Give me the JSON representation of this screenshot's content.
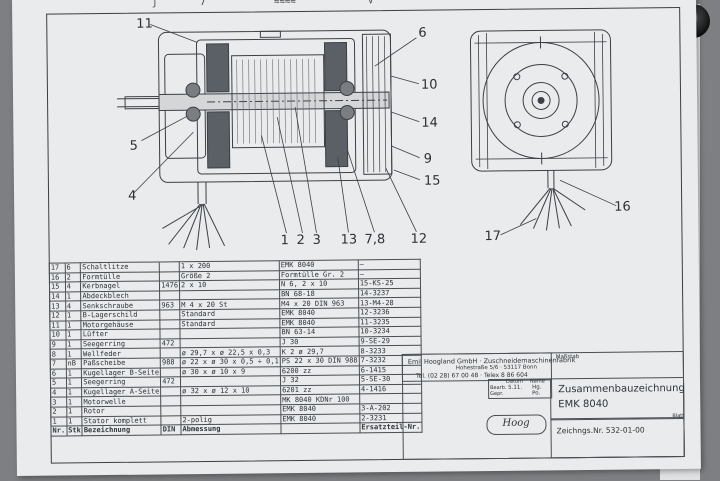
{
  "page_marks": [
    "ʃ",
    "7",
    "≈≈≈≈",
    "Ɐ"
  ],
  "callouts": {
    "c11": "11",
    "c6": "6",
    "c10": "10",
    "c14": "14",
    "c9": "9",
    "c15": "15",
    "c5": "5",
    "c4": "4",
    "c12": "12",
    "c16": "16",
    "c17": "17",
    "c1": "1",
    "c2": "2",
    "c3": "3",
    "c13": "13",
    "c78": "7,8"
  },
  "bom": {
    "rows": [
      [
        "17",
        "6",
        "Schaltlitze",
        "",
        "1 x 200",
        "EMK 8040",
        "–"
      ],
      [
        "16",
        "2",
        "Formtülle",
        "",
        "Größe 2",
        "Formtülle Gr. 2",
        "–"
      ],
      [
        "15",
        "4",
        "Kerbnagel",
        "1476",
        "2 x 10",
        "N 6, 2 x 10",
        "15-KS-25"
      ],
      [
        "14",
        "1",
        "Abdeckblech",
        "",
        "",
        "BN 68-18",
        "14-3237"
      ],
      [
        "13",
        "4",
        "Senkschraube",
        "963",
        "M 4 x 20  St",
        "M4 x 20 DIN 963",
        "13-M4-28"
      ],
      [
        "12",
        "1",
        "B-Lagerschild",
        "",
        "Standard",
        "EMK 8040",
        "12-3236"
      ],
      [
        "11",
        "1",
        "Motorgehäuse",
        "",
        "Standard",
        "EMK 8040",
        "11-3235"
      ],
      [
        "10",
        "1",
        "Lüfter",
        "",
        "",
        "BN 63-14",
        "10-3234"
      ],
      [
        "9",
        "1",
        "Seegerring",
        "472",
        "",
        "J 30",
        "9-SE-29"
      ],
      [
        "8",
        "1",
        "Wellfeder",
        "",
        "ø 29,7 x ø 22,5 x 0,3",
        "K 2  ø 29,7",
        "8-3233"
      ],
      [
        "7",
        "nB",
        "Paßscheibe",
        "988",
        "ø 22 x ø 30 x 0,5 ÷ 0,1",
        "PS 22 x 30 DIN 988",
        "7-3232"
      ],
      [
        "6",
        "1",
        "Kugellager B-Seite",
        "",
        "ø 30 x ø 10 x 9",
        "6200 zz",
        "6-1415"
      ],
      [
        "5",
        "1",
        "Seegerring",
        "472",
        "",
        "J 32",
        "5-SE-30"
      ],
      [
        "4",
        "1",
        "Kugellager A-Seite",
        "",
        "ø 32 x ø 12 x 10",
        "6201 zz",
        "4-1416"
      ],
      [
        "3",
        "1",
        "Motorwelle",
        "",
        "",
        "MK 8040 KDNr 100",
        ""
      ],
      [
        "2",
        "1",
        "Rotor",
        "",
        "",
        "EMK 8040",
        "3-A-202"
      ],
      [
        "1",
        "1",
        "Stator komplett",
        "",
        "2-polig",
        "EMK 8040",
        "2-3231"
      ]
    ],
    "header": [
      "Nr.",
      "Stk",
      "Bezeichnung",
      "DIN",
      "Abmessung",
      "",
      "Ersatzteil-Nr."
    ]
  },
  "title_block": {
    "company": "Emil Hoogland GmbH · Zuschneidemaschinenfabrik",
    "address": "Hohestraße 5/6 · 53117 Bonn",
    "phone": "Tel. (02 28) 67 00 48 · Telex 8 86 604",
    "table_heads": [
      "",
      "Datum",
      "Name"
    ],
    "table_rows": [
      [
        "Bearb.",
        "5.11.",
        "Hg."
      ],
      [
        "Gepr.",
        "",
        "Po."
      ]
    ],
    "massstab": "Maßstab",
    "title_line1": "Zusammenbauzeichnung",
    "title_line2": "EMK 8040",
    "drawing_no": "Zeichngs.Nr. 532-01-00",
    "blatt": "Blatt",
    "logo": "Hoog"
  }
}
